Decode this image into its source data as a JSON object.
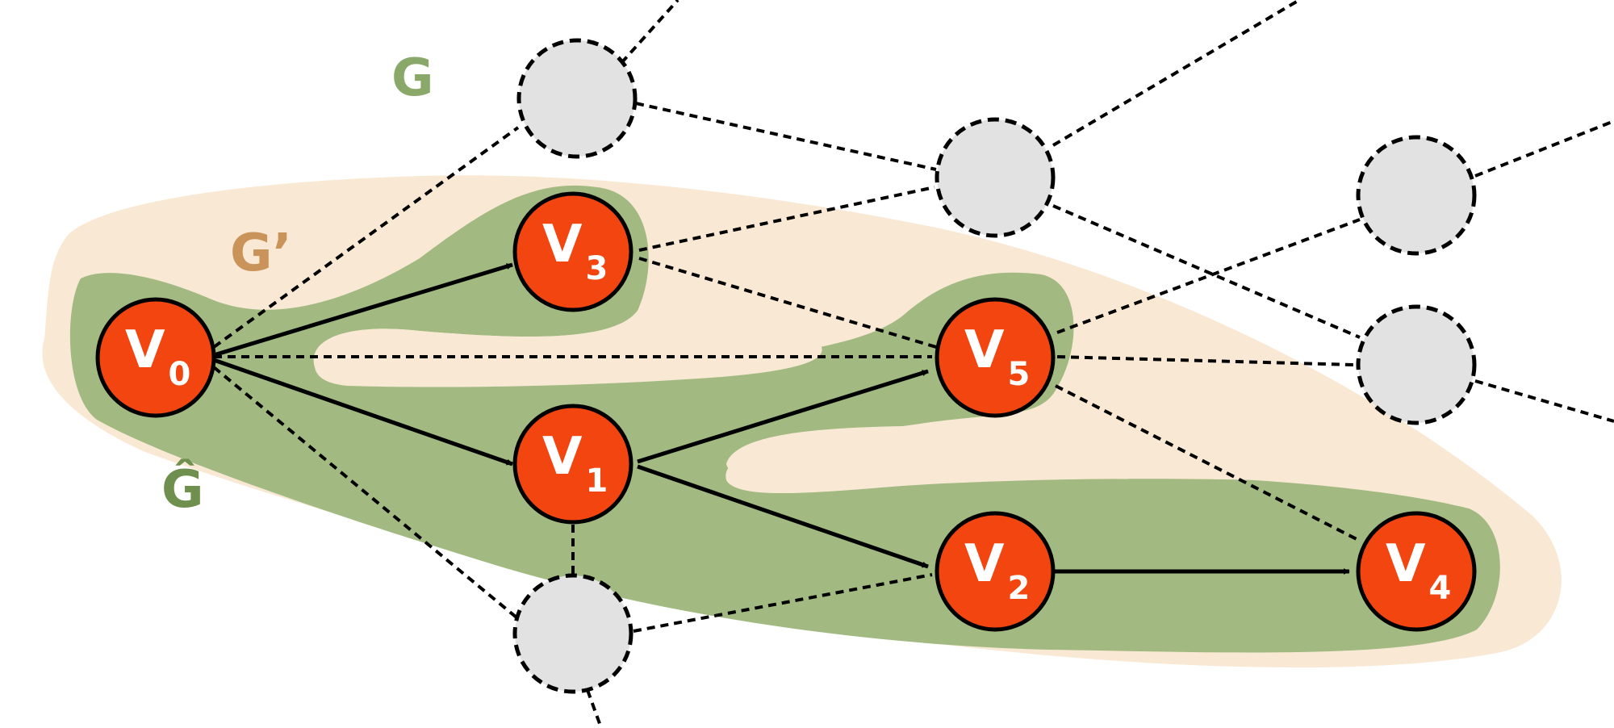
{
  "labels": {
    "G": "G",
    "G_prime": "G’",
    "G_hat": "Ĝ"
  },
  "colors": {
    "g_prime_region": "#f9e9d4",
    "g_hat_region": "#a2ba82",
    "g_label": "#8aa86a",
    "g_prime_label": "#c9935a",
    "g_hat_label": "#6f8f4e",
    "active_node": "#f34510",
    "inactive_node": "#e2e2e2",
    "stroke": "#000000"
  },
  "nodes": {
    "v0": {
      "name": "V",
      "sub": "0"
    },
    "v1": {
      "name": "V",
      "sub": "1"
    },
    "v2": {
      "name": "V",
      "sub": "2"
    },
    "v3": {
      "name": "V",
      "sub": "3"
    },
    "v4": {
      "name": "V",
      "sub": "4"
    },
    "v5": {
      "name": "V",
      "sub": "5"
    }
  },
  "edges": {
    "solid": [
      [
        "v0",
        "v3"
      ],
      [
        "v0",
        "v1"
      ],
      [
        "v1",
        "v5"
      ],
      [
        "v1",
        "v2"
      ],
      [
        "v2",
        "v4"
      ]
    ],
    "dashed": [
      [
        "v0",
        "v5"
      ],
      [
        "v3",
        "v5"
      ],
      [
        "v5",
        "v4"
      ],
      [
        "v1",
        "u_bottom"
      ],
      [
        "v0",
        "u_bottom"
      ],
      [
        "v0",
        "u_top"
      ]
    ]
  }
}
